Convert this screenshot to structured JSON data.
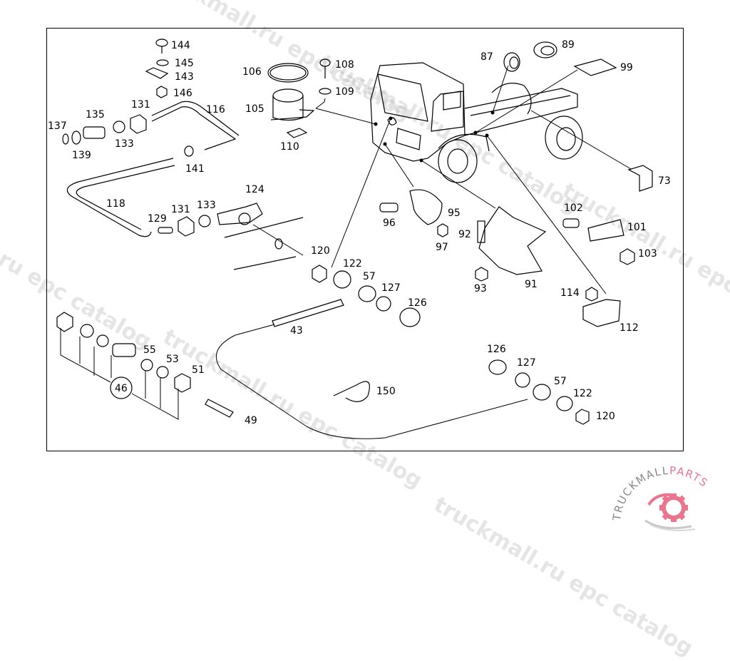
{
  "diagram": {
    "title": "Truck parts exploded view diagram",
    "callouts": {
      "c144": "144",
      "c145": "145",
      "c143": "143",
      "c146": "146",
      "c106": "106",
      "c108": "108",
      "c109": "109",
      "c105": "105",
      "c110": "110",
      "c87": "87",
      "c89": "89",
      "c99": "99",
      "c73": "73",
      "c137": "137",
      "c135": "135",
      "c131a": "131",
      "c116": "116",
      "c139": "139",
      "c133a": "133",
      "c141": "141",
      "c118": "118",
      "c129": "129",
      "c131b": "131",
      "c133b": "133",
      "c124": "124",
      "c120a": "120",
      "c122a": "122",
      "c57a": "57",
      "c127a": "127",
      "c126a": "126",
      "c96": "96",
      "c95": "95",
      "c97": "97",
      "c92": "92",
      "c93": "93",
      "c91": "91",
      "c102": "102",
      "c101": "101",
      "c103": "103",
      "c114": "114",
      "c112": "112",
      "c43": "43",
      "c46": "46",
      "c55": "55",
      "c53": "53",
      "c51": "51",
      "c49": "49",
      "c150": "150",
      "c126b": "126",
      "c127b": "127",
      "c57b": "57",
      "c122b": "122",
      "c120b": "120"
    }
  },
  "watermarks": {
    "w1": "truckmall.ru epc catalog",
    "w2": "truckmall.ru epc catalog",
    "w3": "truckmall.ru epc catalog",
    "w4": "truckmall.ru epc catalog",
    "w5": "truckmall.ru epc catalog",
    "w6": "truckmall.ru epc catalog"
  },
  "logo": {
    "brand_part1": "TRUCKMALL",
    "brand_part2": "PARTS",
    "colors": {
      "text_gray": "#8a8a8a",
      "accent_pink": "#e9758f"
    }
  }
}
